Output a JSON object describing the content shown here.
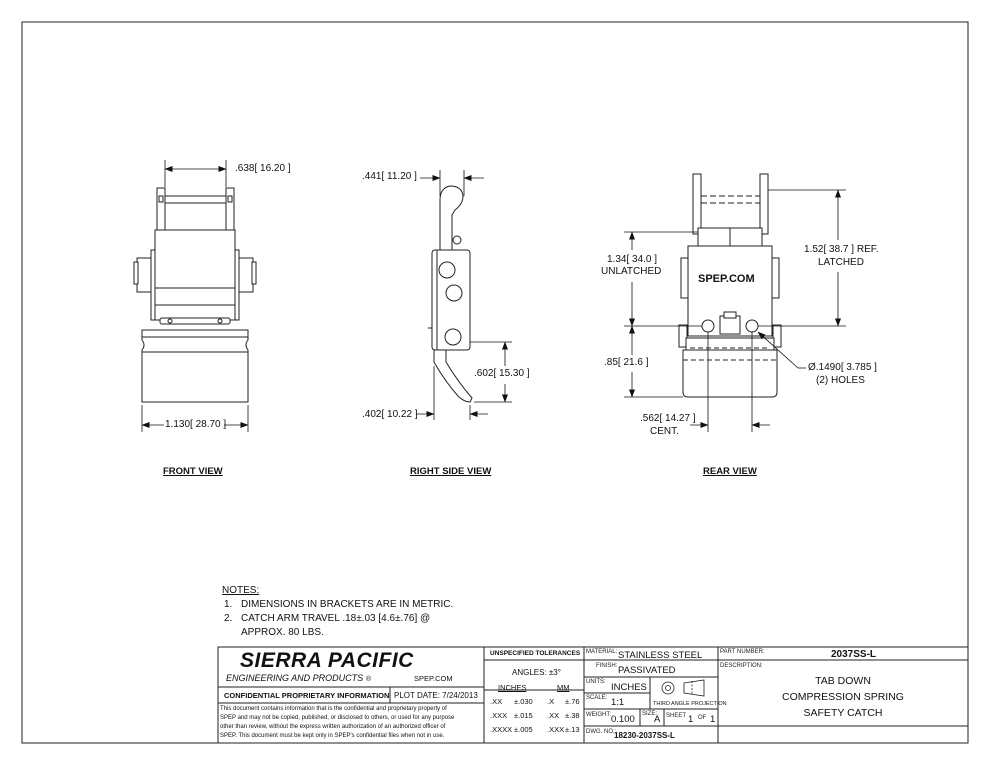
{
  "dimensions": {
    "front_top": ".638",
    "front_top_mm": "16.20",
    "front_width": "1.130",
    "front_width_mm": "28.70",
    "side_top": ".441",
    "side_top_mm": "11.20",
    "side_right": ".602",
    "side_right_mm": "15.30",
    "side_bottom": ".402",
    "side_bottom_mm": "10.22",
    "rear_left_1": "1.34",
    "rear_left_1_mm": "34.0",
    "rear_left_1_note": "UNLATCHED",
    "rear_right_1": "1.52",
    "rear_right_1_mm": "38.7",
    "rear_right_1_ref": "REF.",
    "rear_right_1_note": "LATCHED",
    "rear_left_2": ".85",
    "rear_left_2_mm": "21.6",
    "hole_dia": "Ø.1490",
    "hole_dia_mm": "3.785",
    "hole_note": "(2) HOLES",
    "rear_bottom": ".562",
    "rear_bottom_mm": "14.27",
    "rear_bottom_note": "CENT."
  },
  "rear_stamp": "SPEP.COM",
  "view_labels": {
    "front": "FRONT VIEW",
    "side": "RIGHT SIDE VIEW",
    "rear": "REAR VIEW"
  },
  "notes": {
    "heading": "NOTES:",
    "n1_num": "1.",
    "n1": "DIMENSIONS IN BRACKETS ARE IN METRIC.",
    "n2_num": "2.",
    "n2a": "CATCH ARM TRAVEL .18±.03 [4.6±.76] @",
    "n2b": "APPROX. 80 LBS."
  },
  "title_block": {
    "company": "SIERRA PACIFIC",
    "company_sub": "ENGINEERING AND PRODUCTS",
    "registered": "®",
    "website": "SPEP.COM",
    "confidential": "CONFIDENTIAL PROPRIETARY INFORMATION",
    "plot_date_label": "PLOT DATE:",
    "plot_date": "7/24/2013",
    "disclaimer_1": "This document contains information that is the confidential and proprietary property of",
    "disclaimer_2": "SPEP and may not be copied, published, or disclosed to others, or used for any purpose",
    "disclaimer_3": "other than review, without the express written authorization of an authorized officer of",
    "disclaimer_4": "SPEP. This document must be kept only in SPEP's confidential files when not in use.",
    "tol_title": "UNSPECIFIED TOLERANCES",
    "angles": "ANGLES: ±3°",
    "inches": "INCHES",
    "mm": "MM",
    "tol_rows": [
      {
        "in": ".XX",
        "in_tol": "±.030",
        "mm": ".X",
        "mm_tol": "±.76"
      },
      {
        "in": ".XXX",
        "in_tol": "±.015",
        "mm": ".XX",
        "mm_tol": "±.38"
      },
      {
        "in": ".XXXX",
        "in_tol": "±.005",
        "mm": ".XXX",
        "mm_tol": "±.13"
      }
    ],
    "material_label": "MATERIAL:",
    "material": "STAINLESS STEEL",
    "finish_label": "FINISH:",
    "finish": "PASSIVATED",
    "units_label": "UNITS:",
    "units": "INCHES",
    "scale_label": "SCALE:",
    "scale": "1:1",
    "projection": "THIRD ANGLE PROJECTION",
    "weight_label": "WEIGHT:",
    "weight": "0.100",
    "size_label": "SIZE:",
    "size": "A",
    "sheet_label": "SHEET",
    "sheet": "1",
    "of_label": "OF",
    "of": "1",
    "dwg_label": "DWG. NO.:",
    "dwg_no": "18230-2037SS-L",
    "part_label": "PART NUMBER:",
    "part_number": "2037SS-L",
    "desc_label": "DESCRIPTION:",
    "desc_1": "TAB DOWN",
    "desc_2": "COMPRESSION SPRING",
    "desc_3": "SAFETY CATCH"
  }
}
